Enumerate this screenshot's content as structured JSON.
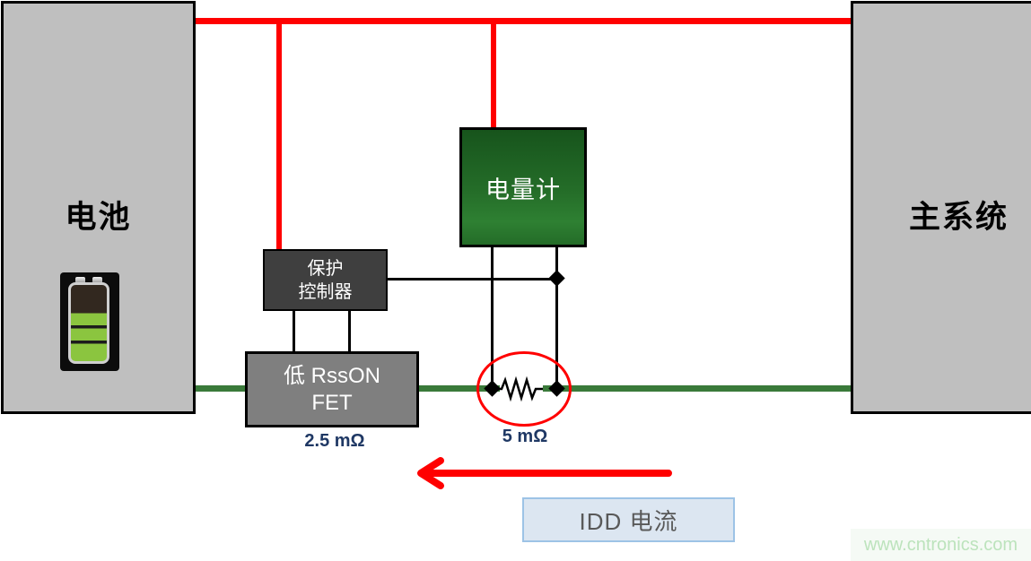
{
  "diagram": {
    "battery": {
      "label": "电池"
    },
    "main_system": {
      "label": "主系统"
    },
    "fuel_gauge": {
      "label": "电量计"
    },
    "protection_controller": {
      "line1": "保护",
      "line2": "控制器"
    },
    "fet": {
      "line1": "低 RssON",
      "line2": "FET"
    },
    "labels": {
      "fet_resistance": "2.5 mΩ",
      "sense_resistance": "5 mΩ",
      "current": "IDD 电流"
    },
    "watermark": "www.cntronics.com",
    "icons": {
      "battery_icon": "battery-level-icon",
      "resistor_icon": "resistor-zigzag-icon",
      "current_arrow_icon": "left-arrow-icon"
    },
    "colors": {
      "power_rail_red": "#FF0000",
      "ground_rail_green": "#3A7A3A",
      "block_gray": "#BFBFBF",
      "controller_dark_gray": "#3F3F3F",
      "fet_gray": "#7F7F7F",
      "gauge_green_dark": "#17541C",
      "gauge_green_light": "#2E8032",
      "value_text_navy": "#1F3864",
      "idd_box_fill": "#DCE6F1",
      "idd_box_border": "#9DC3E6",
      "idd_text_gray": "#595959",
      "watermark_green": "#BCE3BC"
    }
  }
}
